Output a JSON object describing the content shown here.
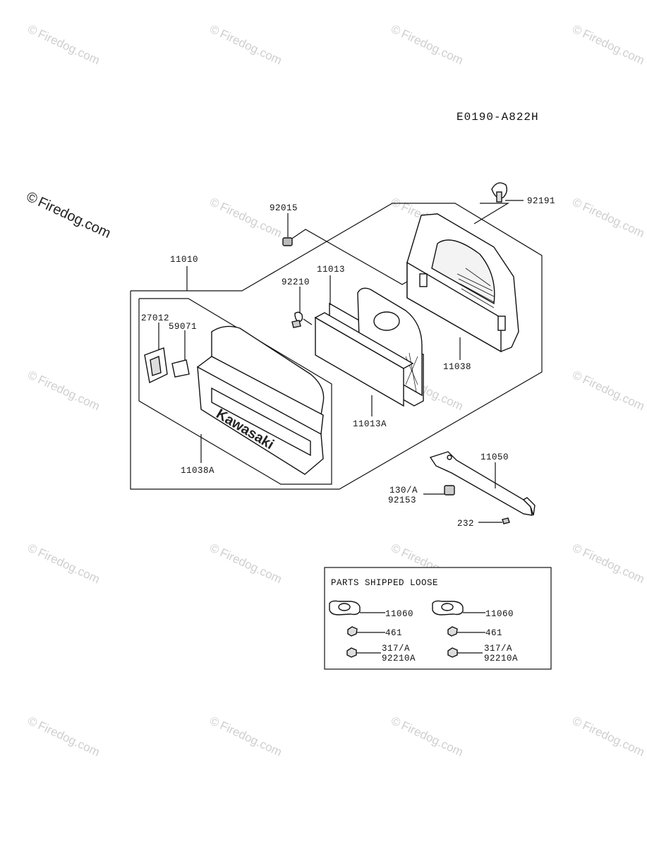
{
  "diagram_code": "E0190-A822H",
  "watermark": {
    "brand": "Firedog.com",
    "symbol": "©"
  },
  "part_labels": {
    "p92191": "92191",
    "p92015": "92015",
    "p11010": "11010",
    "p11013": "11013",
    "p92210": "92210",
    "p27012": "27012",
    "p59071": "59071",
    "p11038": "11038",
    "p11013A": "11013A",
    "p11038A": "11038A",
    "p11050": "11050",
    "p130A": "130/A",
    "p92153": "92153",
    "p232": "232"
  },
  "cover_brand": "Kawasaki",
  "loose_box": {
    "title": "PARTS SHIPPED LOOSE",
    "left": {
      "gasket": "11060",
      "nut": "461",
      "ref": "317/A",
      "part": "92210A"
    },
    "right": {
      "gasket": "11060",
      "nut": "461",
      "ref": "317/A",
      "part": "92210A"
    }
  }
}
